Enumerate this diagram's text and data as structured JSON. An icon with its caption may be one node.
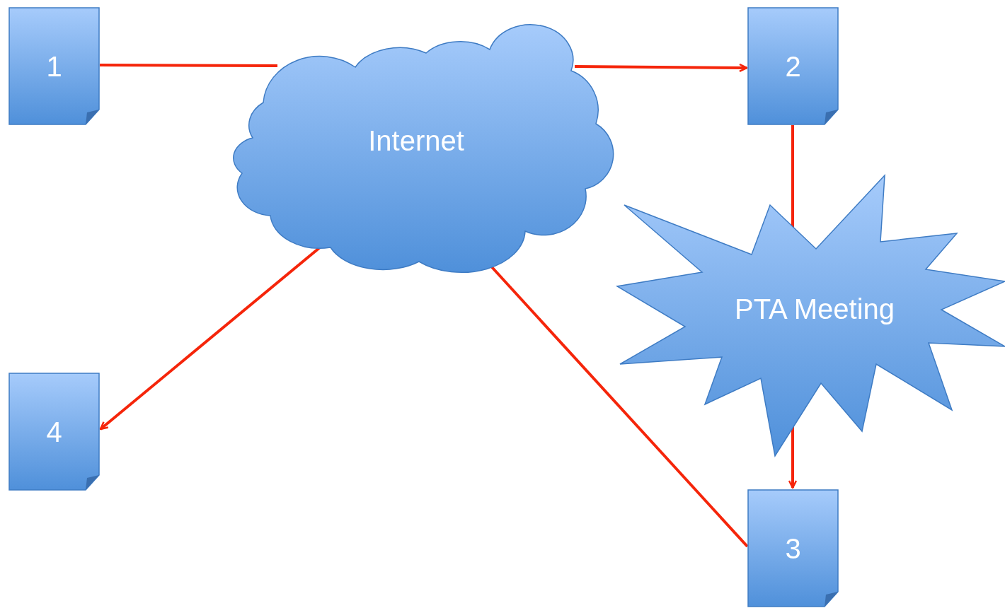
{
  "diagram": {
    "nodes": [
      {
        "text": [
          "1"
        ]
      },
      {
        "text": [
          "Internet"
        ]
      },
      {
        "text": [
          "2"
        ]
      },
      {
        "text": [
          "PTA Meeting"
        ]
      },
      {
        "text": [
          "4"
        ]
      },
      {
        "text": [
          "3"
        ]
      }
    ],
    "edges": [
      {
        "from": 0,
        "to": 1,
        "arrow": "none"
      },
      {
        "from": 1,
        "to": 2,
        "arrow": "to"
      },
      {
        "from": 2,
        "to": 3,
        "arrow": "none"
      },
      {
        "from": 3,
        "to": 5,
        "arrow": "to"
      },
      {
        "from": 1,
        "to": 4,
        "arrow": "to"
      },
      {
        "from": 1,
        "to": 5,
        "arrow": "none"
      }
    ]
  }
}
